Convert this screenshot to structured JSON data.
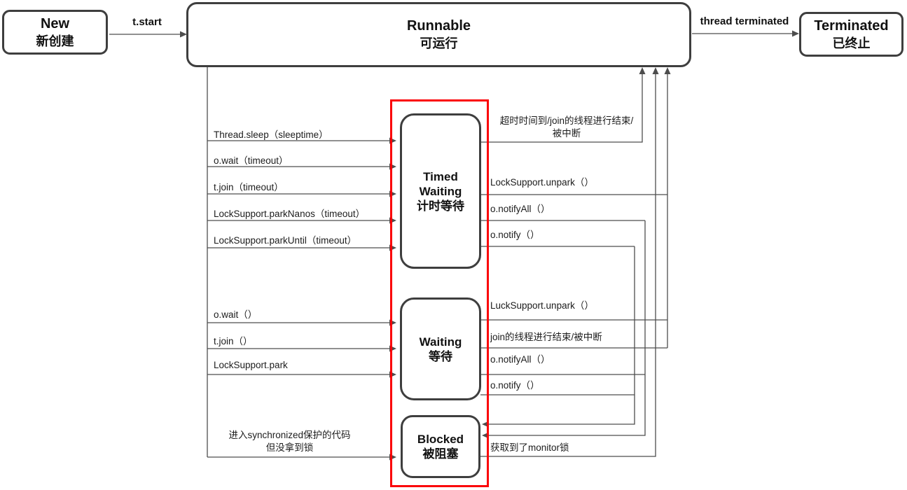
{
  "colors": {
    "box_border": "#3e3e3e",
    "connector_line": "#4d4d4d",
    "highlight_red": "#fb0207",
    "text": "#1a1a1a",
    "background": "#ffffff"
  },
  "nodes": {
    "new": {
      "en": "New",
      "zh": "新创建"
    },
    "runnable": {
      "en": "Runnable",
      "zh": "可运行"
    },
    "terminated": {
      "en": "Terminated",
      "zh": "已终止"
    },
    "timed_waiting": {
      "en1": "Timed",
      "en2": "Waiting",
      "zh": "计时等待"
    },
    "waiting": {
      "en": "Waiting",
      "zh": "等待"
    },
    "blocked": {
      "en": "Blocked",
      "zh": "被阻塞"
    }
  },
  "edges": {
    "t_start": "t.start",
    "thread_terminated": "thread terminated",
    "to_timed_waiting": [
      "Thread.sleep（sleeptime）",
      "o.wait（timeout）",
      "t.join（timeout）",
      "LockSupport.parkNanos（timeout）",
      "LockSupport.parkUntil（timeout）"
    ],
    "to_waiting": [
      "o.wait（）",
      "t.join（）",
      "LockSupport.park"
    ],
    "to_blocked_line1": "进入synchronized保护的代码",
    "to_blocked_line2": "但没拿到锁",
    "tw_exit_line1": "超时时间到/join的线程进行结束/",
    "tw_exit_line2": "被中断",
    "tw_unpark": "LockSupport.unpark（）",
    "tw_notifyall": "o.notifyAll（）",
    "tw_notify": "o.notify（）",
    "w_unpark": "LuckSupport.unpark（）",
    "w_join_end": "join的线程进行结束/被中断",
    "w_notifyall": "o.notifyAll（）",
    "w_notify": "o.notify（）",
    "blocked_exit": "获取到了monitor锁"
  }
}
